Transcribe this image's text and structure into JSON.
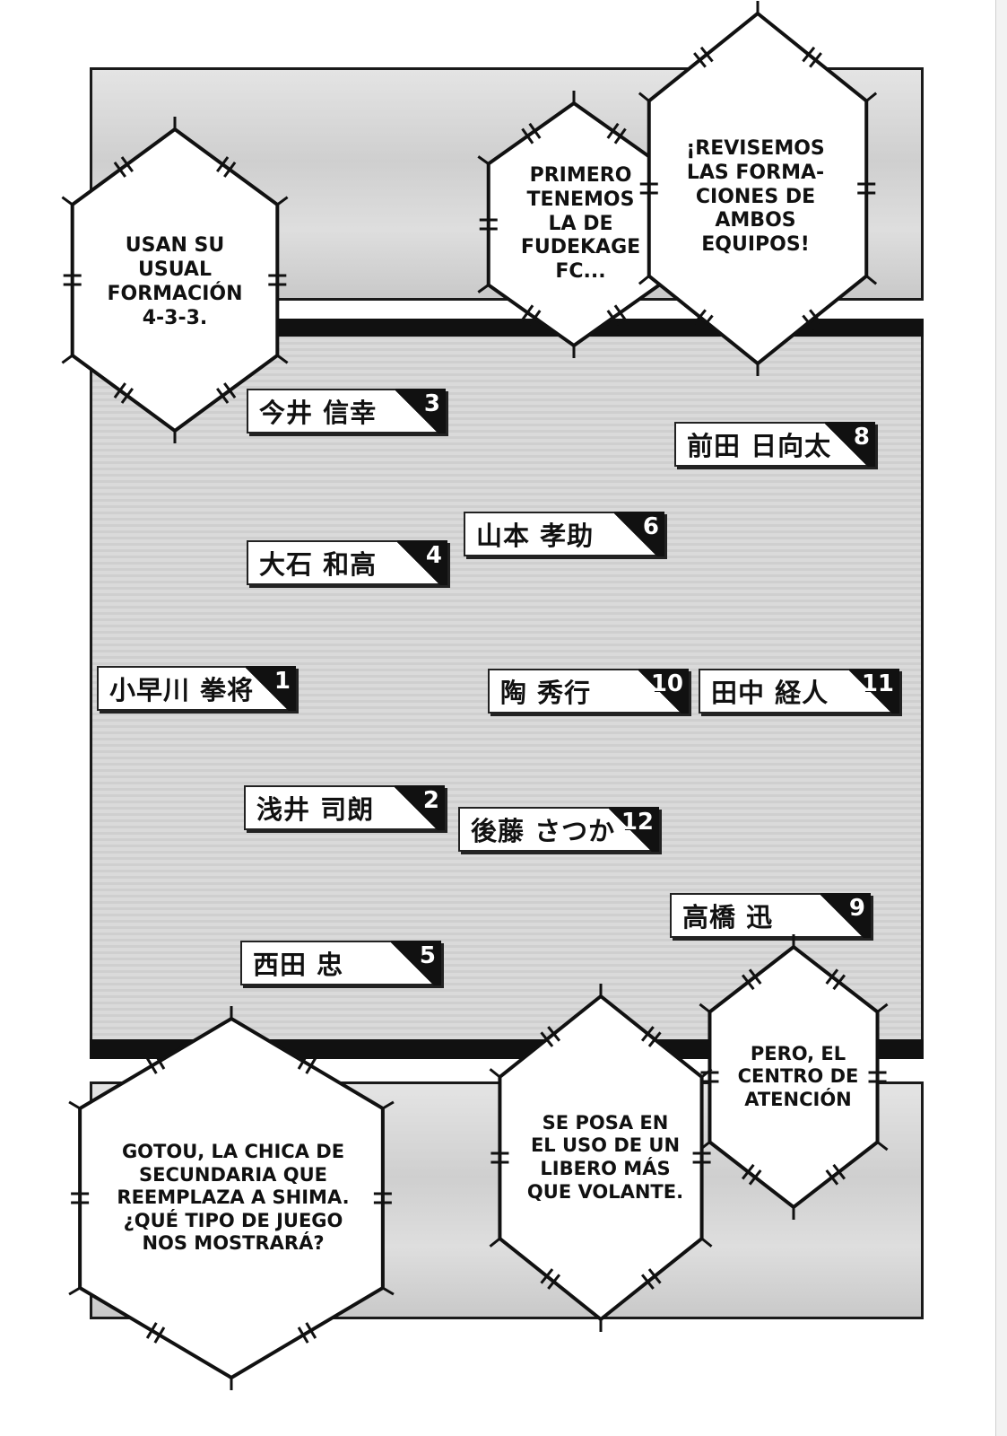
{
  "bubbles": {
    "formation": "USAN SU\nUSUAL\nFORMACIÓN\n4-3-3.",
    "first_team": "PRIMERO\nTENEMOS\nLA DE\nFUDEKAGE\nFC...",
    "review": "¡REVISEMOS\nLAS FORMA-\nCIONES DE\nAMBOS\nEQUIPOS!",
    "attention": "PERO, EL\nCENTRO DE\nATENCIÓN",
    "libero": "SE POSA EN\nEL USO DE UN\nLIBERO MÁS\nQUE VOLANTE.",
    "gotou": "GOTOU, LA CHICA DE\nSECUNDARIA QUE\nREEMPLAZA A SHIMA.\n¿QUÉ TIPO DE JUEGO\nNOS MOSTRARÁ?"
  },
  "players": [
    {
      "name": "今井 信幸",
      "number": "3"
    },
    {
      "name": "前田 日向太",
      "number": "8"
    },
    {
      "name": "山本 孝助",
      "number": "6"
    },
    {
      "name": "大石 和高",
      "number": "4"
    },
    {
      "name": "小早川 拳将",
      "number": "1"
    },
    {
      "name": "陶 秀行",
      "number": "10"
    },
    {
      "name": "田中 経人",
      "number": "11"
    },
    {
      "name": "浅井 司朗",
      "number": "2"
    },
    {
      "name": "後藤 さつか",
      "number": "12"
    },
    {
      "name": "高橋 迅",
      "number": "9"
    },
    {
      "name": "西田 忠",
      "number": "5"
    }
  ]
}
